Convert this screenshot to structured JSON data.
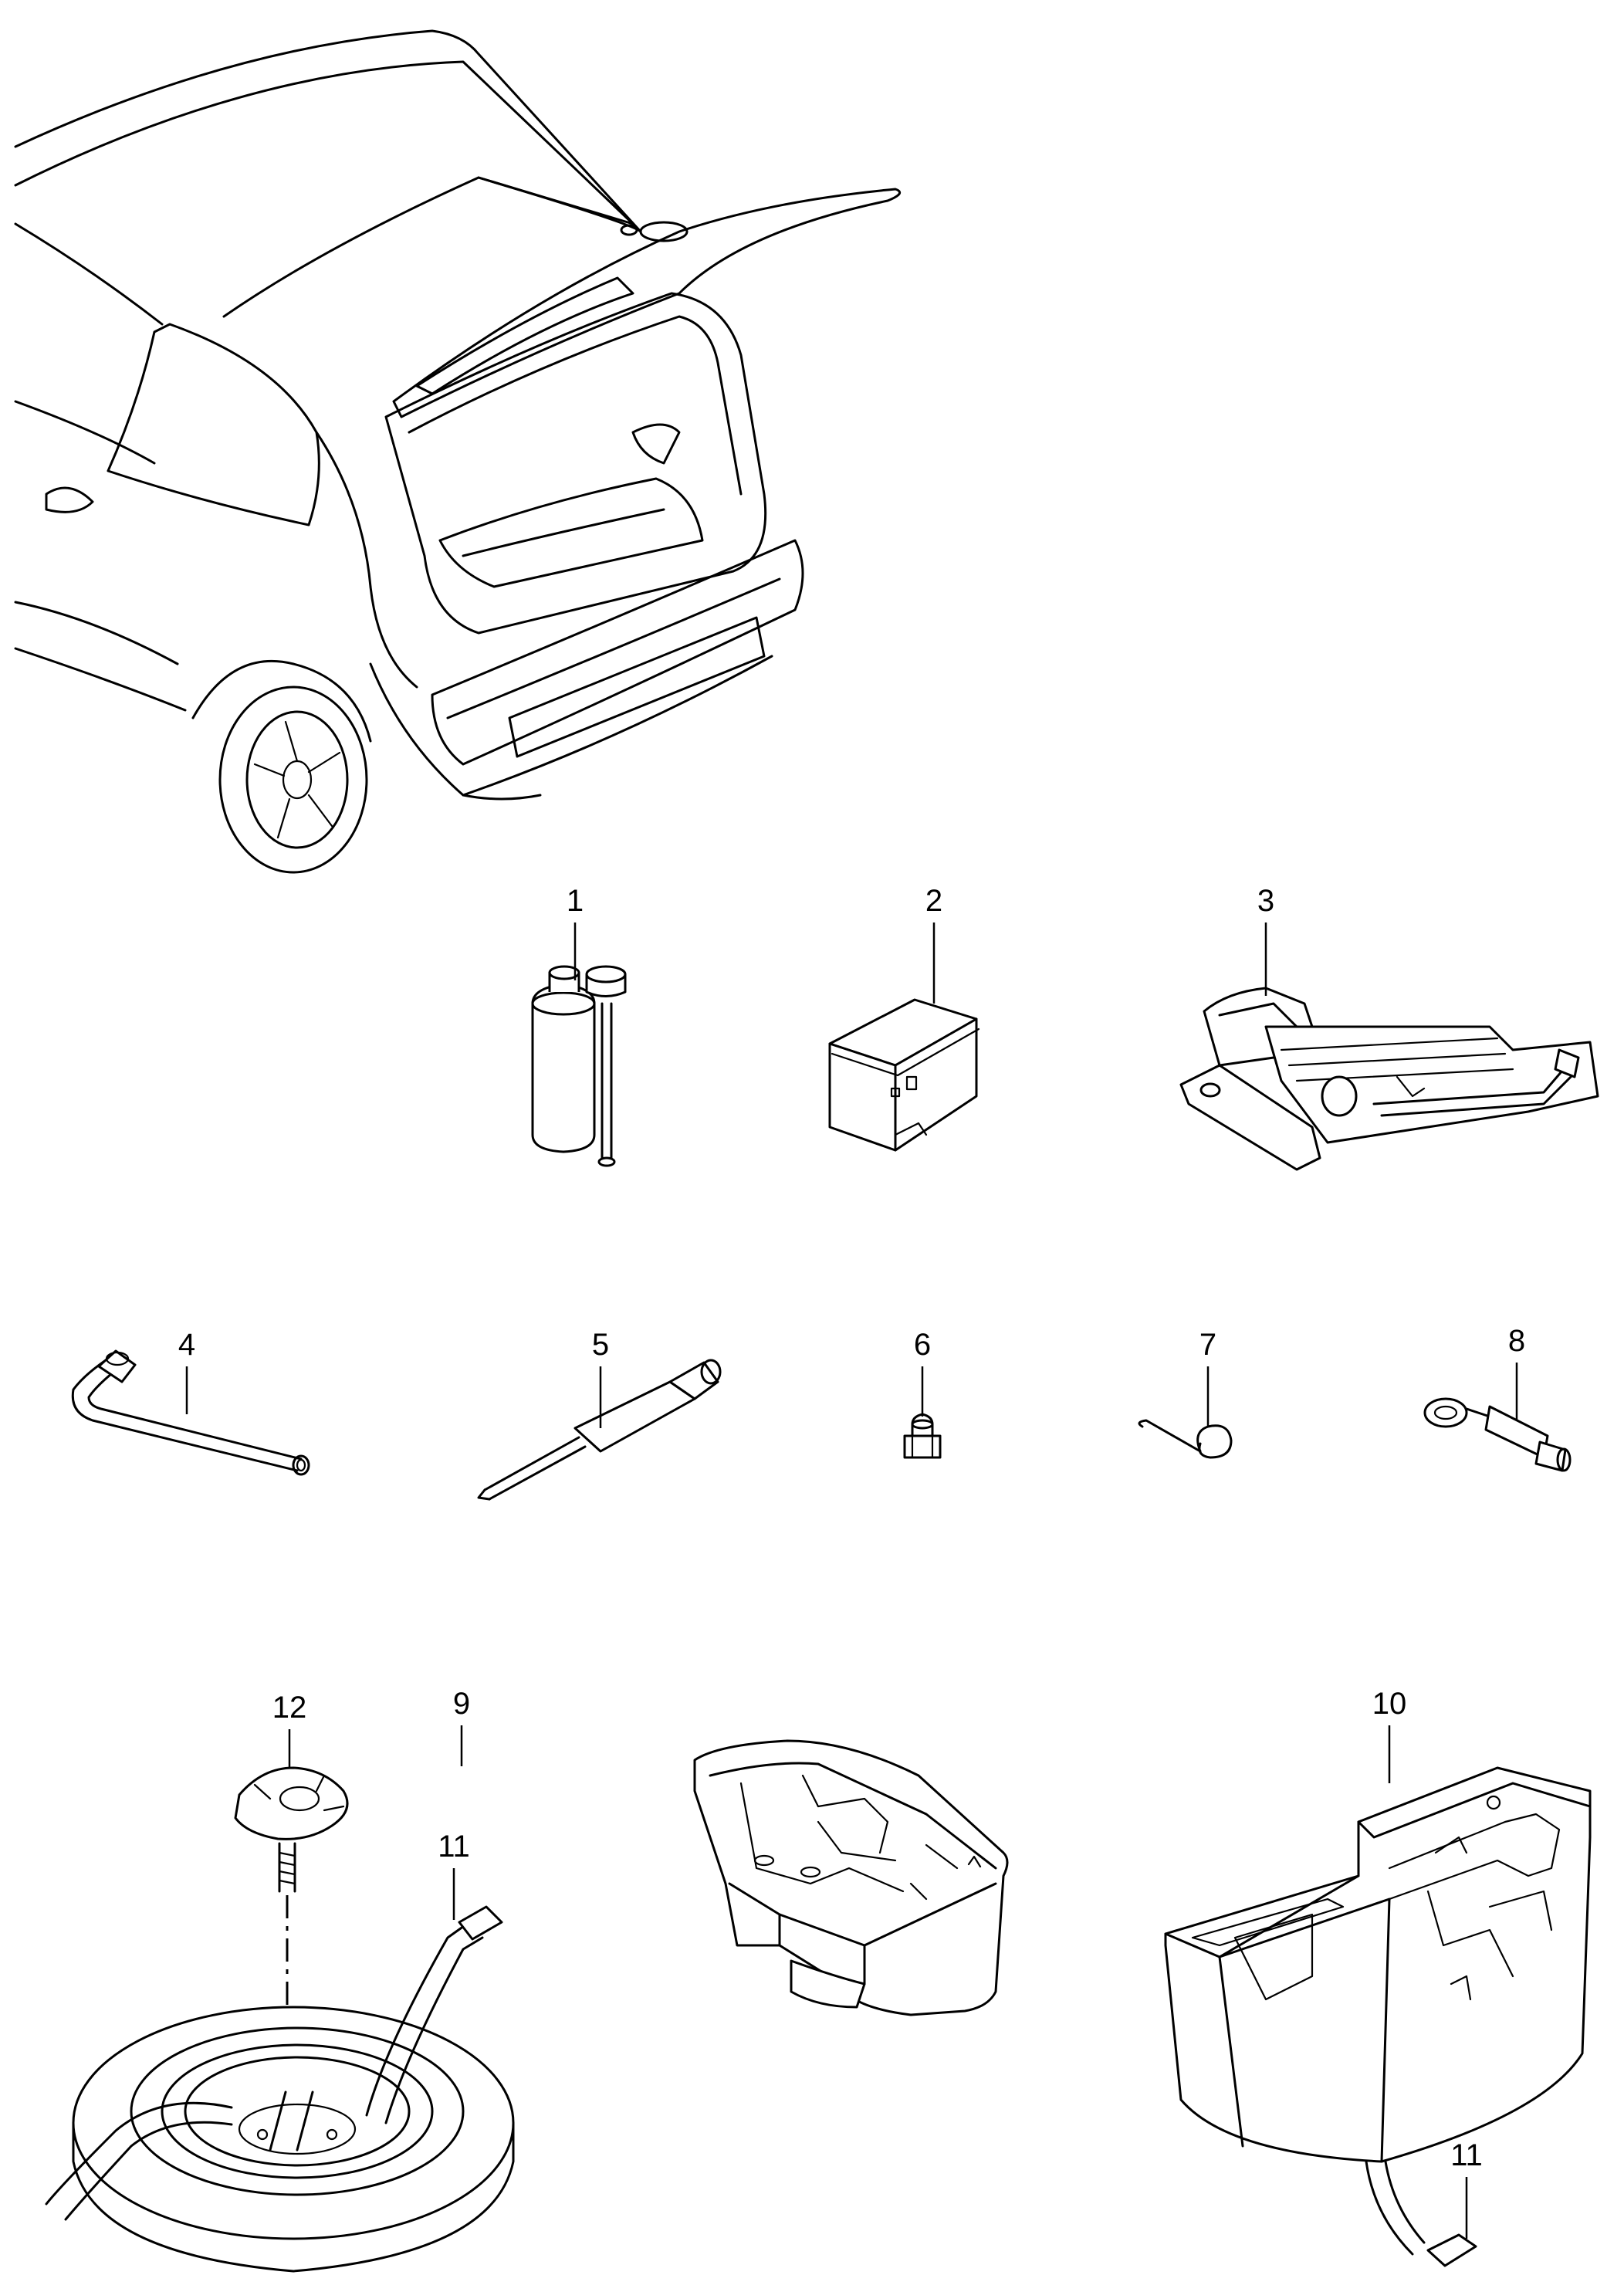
{
  "callouts": [
    {
      "id": "1",
      "label": "1"
    },
    {
      "id": "2",
      "label": "2"
    },
    {
      "id": "3",
      "label": "3"
    },
    {
      "id": "4",
      "label": "4"
    },
    {
      "id": "5",
      "label": "5"
    },
    {
      "id": "6",
      "label": "6"
    },
    {
      "id": "7",
      "label": "7"
    },
    {
      "id": "8",
      "label": "8"
    },
    {
      "id": "9",
      "label": "9"
    },
    {
      "id": "10",
      "label": "10"
    },
    {
      "id": "11a",
      "label": "11"
    },
    {
      "id": "11b",
      "label": "11"
    },
    {
      "id": "12",
      "label": "12"
    }
  ]
}
